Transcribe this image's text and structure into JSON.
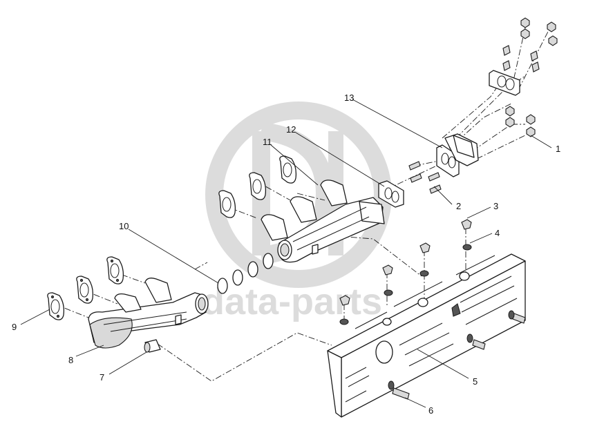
{
  "diagram": {
    "watermark": {
      "text": "data-parts",
      "color": "#d7d7d7"
    },
    "callouts": [
      "1",
      "2",
      "3",
      "4",
      "5",
      "6",
      "7",
      "8",
      "9",
      "10",
      "11",
      "12",
      "13"
    ],
    "colors": {
      "line": "#1a1a1a",
      "watermark": "#d7d7d7",
      "background": "#ffffff"
    }
  }
}
